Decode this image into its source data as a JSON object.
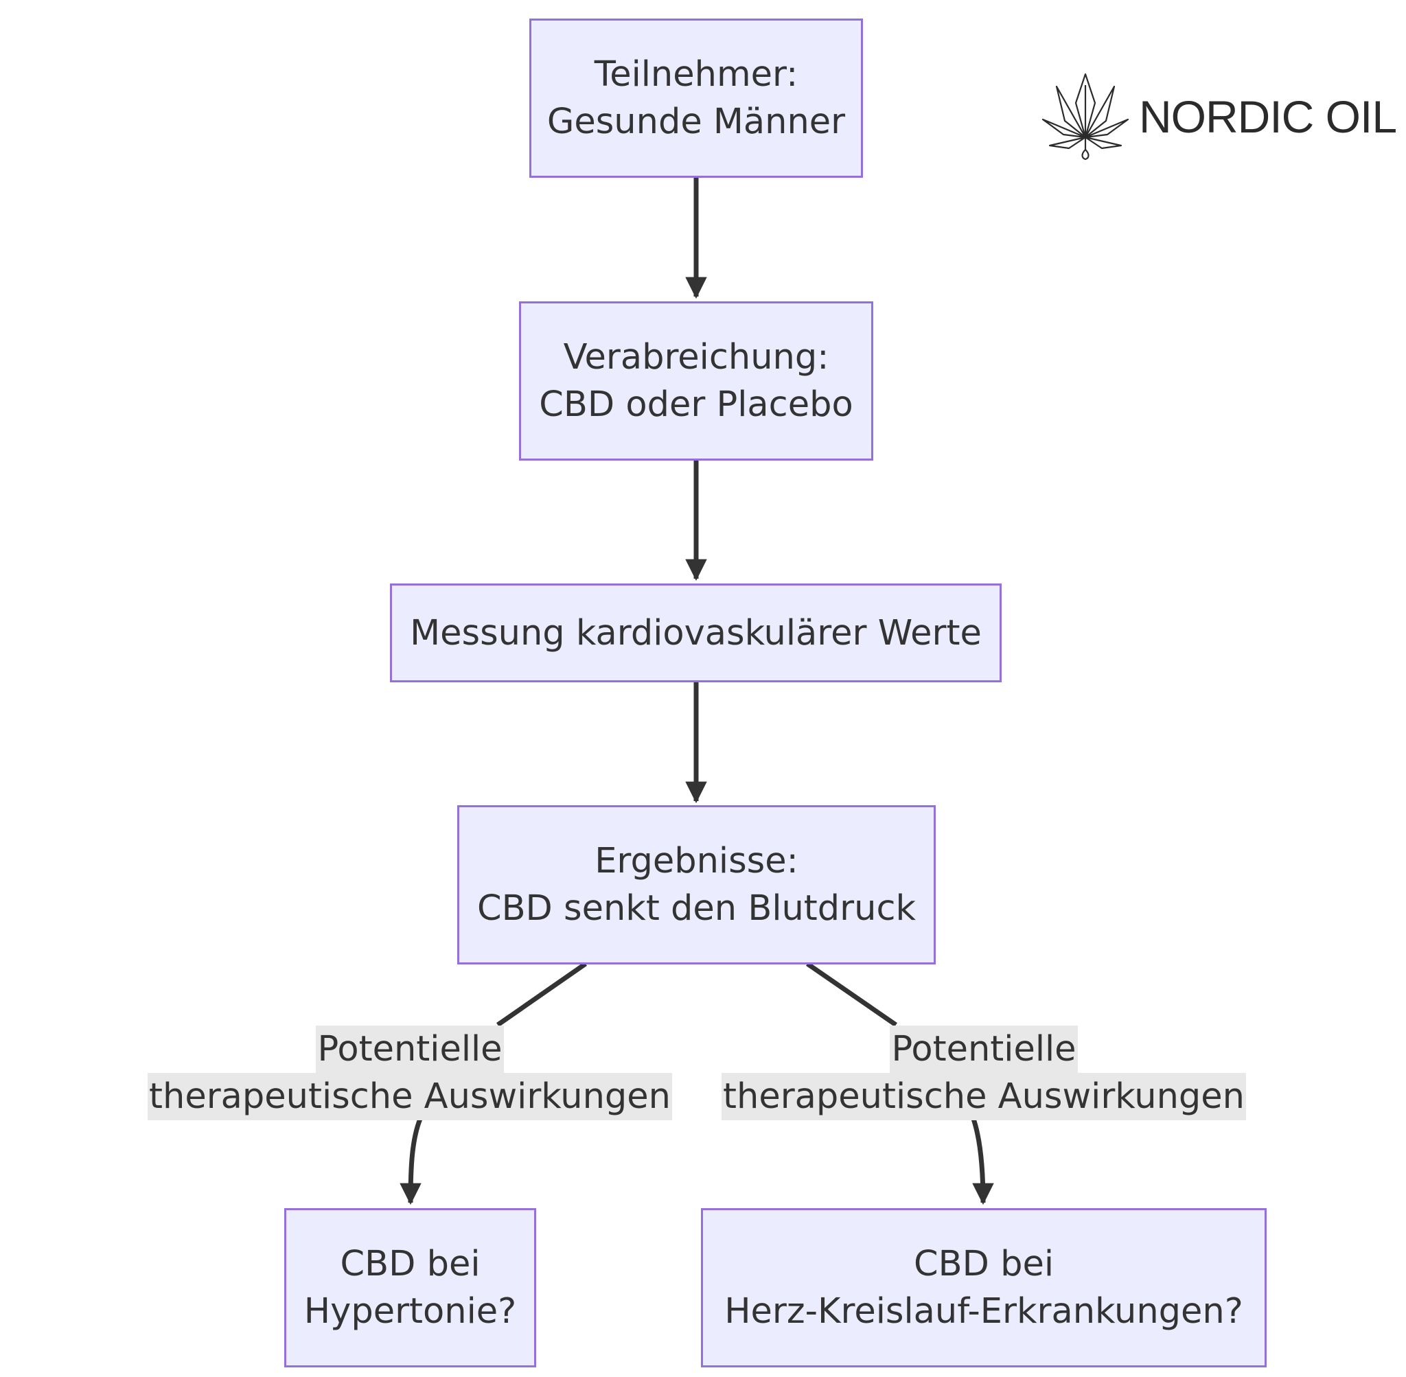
{
  "nodes": {
    "participants": {
      "line1": "Teilnehmer:",
      "line2": "Gesunde Männer"
    },
    "administration": {
      "line1": "Verabreichung:",
      "line2": "CBD oder Placebo"
    },
    "measurement": {
      "line1": "Messung kardiovaskulärer Werte"
    },
    "results": {
      "line1": "Ergebnisse:",
      "line2": "CBD senkt den Blutdruck"
    },
    "hypertension": {
      "line1": "CBD bei",
      "line2": "Hypertonie?"
    },
    "cardiovascular": {
      "line1": "CBD bei",
      "line2": "Herz-Kreislauf-Erkrankungen?"
    }
  },
  "edge_labels": {
    "left": {
      "line1": "Potentielle",
      "line2": "therapeutische Auswirkungen"
    },
    "right": {
      "line1": "Potentielle",
      "line2": "therapeutische Auswirkungen"
    }
  },
  "logo": {
    "text": "NORDIC OIL",
    "icon": "cannabis-leaf-icon"
  },
  "colors": {
    "node_fill": "#ececff",
    "node_border": "#9370db",
    "edge": "#333333",
    "label_bg": "#e8e8e8"
  }
}
